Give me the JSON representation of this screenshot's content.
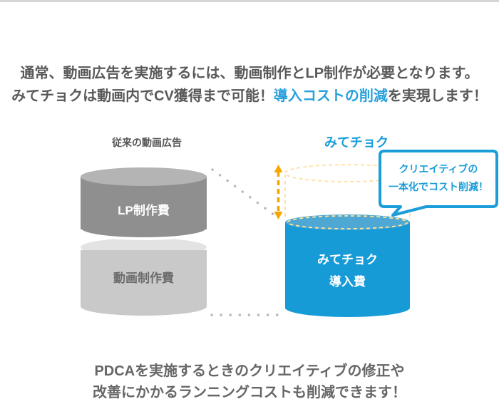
{
  "header": {
    "line1": "通常、動画広告を実施するには、動画制作とLP制作が必要となります。",
    "line2_prefix": "みてチョクは動画内でCV獲得まで可能！",
    "line2_highlight": "導入コストの削減",
    "line2_suffix": "を実現します！"
  },
  "diagram": {
    "left_column": {
      "label": "従来の動画広告",
      "segments": [
        {
          "name": "LP制作費"
        },
        {
          "name": "動画制作費"
        }
      ]
    },
    "right_column": {
      "label": "みてチョク",
      "cylinder_line1": "みてチョク",
      "cylinder_line2": "導入費"
    },
    "callout": {
      "line1": "クリエイティブの",
      "line2": "一本化でコスト削減！"
    }
  },
  "footer": {
    "line1": "PDCAを実施するときのクリエイティブの修正や",
    "line2": "改善にかかるランニングコストも削減できます！"
  },
  "colors": {
    "accent_blue": "#1b9dd9",
    "highlight_blue": "#29a0dc",
    "cylinder_blue_body": "#169bd7",
    "cylinder_blue_top": "#4fa8d3",
    "cylinder_dark_gray": "#8f8f8f",
    "cylinder_dark_gray_top": "#b4b4b4",
    "cylinder_light_gray": "#c9c9c9",
    "cylinder_light_gray_top": "#e3e3e3",
    "arrow_orange": "#f7a600",
    "ghost_dash_orange": "#ffdfa0",
    "text_gray": "#595959"
  }
}
